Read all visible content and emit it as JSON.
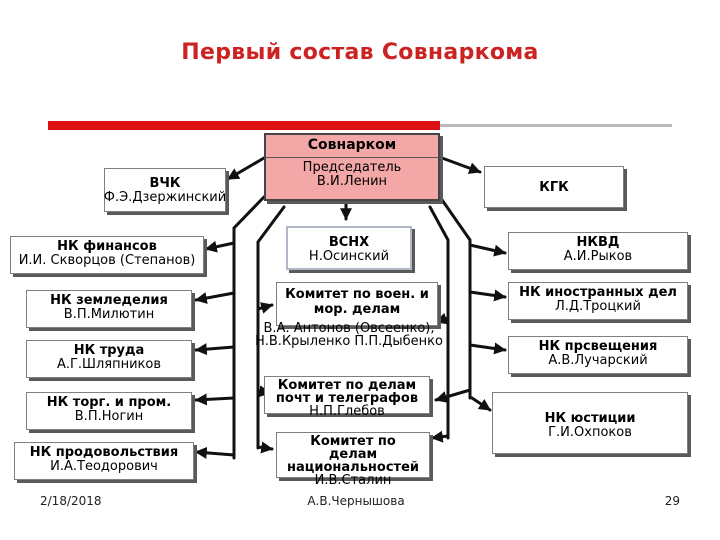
{
  "title": "Первый состав Совнаркома",
  "sovnarkom": {
    "name": "Совнарком",
    "role": "Председатель",
    "person": "В.И.Ленин"
  },
  "vchk": {
    "name": "ВЧК",
    "person": "Ф.Э.Дзержинский"
  },
  "kgk": {
    "name": "КГК"
  },
  "left": [
    {
      "name": "НК финансов",
      "person": "И.И. Скворцов (Степанов)"
    },
    {
      "name": "НК земледелия",
      "person": "В.П.Милютин"
    },
    {
      "name": "НК труда",
      "person": "А.Г.Шляпников"
    },
    {
      "name": "НК торг. и пром.",
      "person": "В.П.Ногин"
    },
    {
      "name": "НК продовольствия",
      "person": "И.А.Теодорович"
    }
  ],
  "center": [
    {
      "name": "ВСНХ",
      "person": "Н.Осинский"
    },
    {
      "name": "Комитет по воен. и мор. делам",
      "person": "В.А. Антонов (Овсеенко), Н.В.Крыленко П.П.Дыбенко"
    },
    {
      "name": "Комитет по делам почт и телеграфов",
      "person": "Н.П.Глебов"
    },
    {
      "name": "Комитет по делам национальностей",
      "person": "И.В.Сталин"
    }
  ],
  "right": [
    {
      "name": "НКВД",
      "person": "А.И.Рыков"
    },
    {
      "name": "НК иностранных дел",
      "person": "Л.Д.Троцкий"
    },
    {
      "name": "НК прсвещения",
      "person": "А.В.Лучарский"
    },
    {
      "name": "НК юстиции",
      "person": "Г.И.Охпоков"
    }
  ],
  "footer": {
    "date": "2/18/2018",
    "author": "А.В.Чернышова",
    "page": "29"
  }
}
